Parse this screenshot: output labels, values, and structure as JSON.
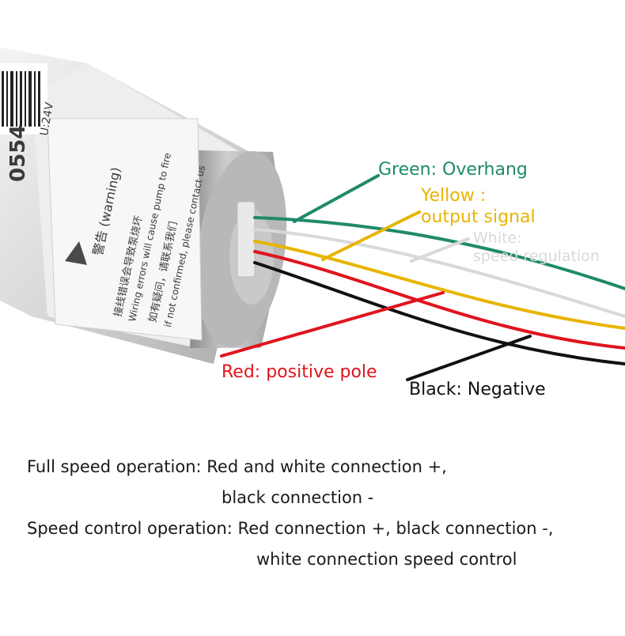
{
  "sticker": {
    "model_code": "0554",
    "voltage": "U:24V",
    "warning_cn": "警告 (warning)",
    "warning_line1": "接线错误会导致泵烧坏",
    "warning_line2": "Wiring errors will cause pump to fire",
    "warning_line3": "如有疑问，请联系我们",
    "warning_line4": "if not confirmed, please contact us"
  },
  "labels": {
    "green": "Green: Overhang",
    "yellow_1": "Yellow :",
    "yellow_2": "output signal",
    "white_1": "White:",
    "white_2": "speed regulation",
    "red": "Red: positive pole",
    "black": "Black: Negative"
  },
  "colors": {
    "green": "#1f8a6a",
    "yellow": "#e8b400",
    "white": "#d9d9d9",
    "red": "#e0141e",
    "black": "#111111"
  },
  "notes": {
    "line1": "Full speed operation: Red and white connection +,",
    "line2": "black connection -",
    "line3": "Speed control operation: Red connection +, black connection -,",
    "line4": "white connection speed control"
  }
}
